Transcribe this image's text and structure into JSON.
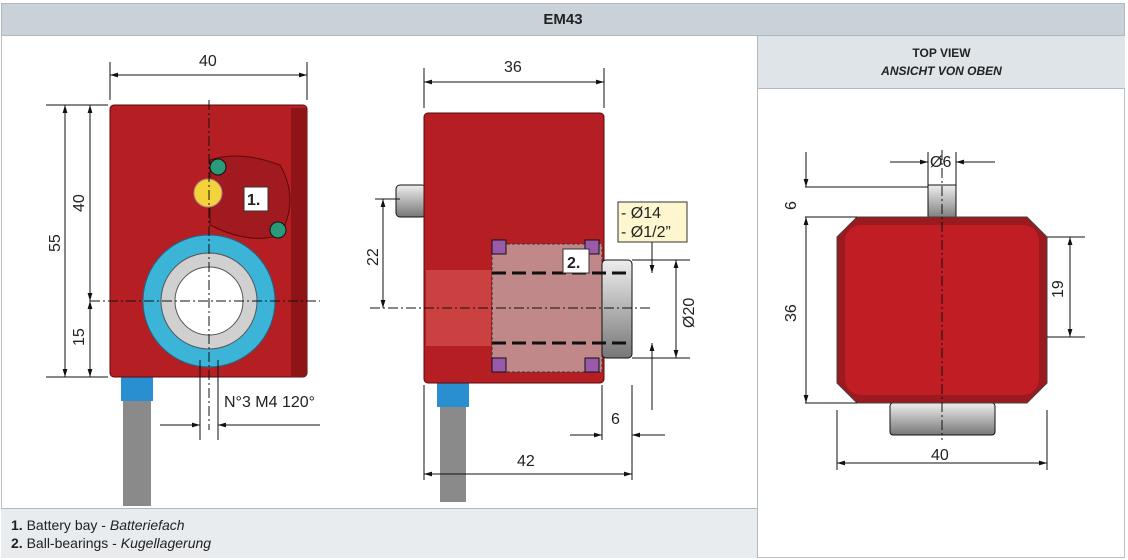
{
  "title": "EM43",
  "top_view": {
    "title": "TOP VIEW",
    "subtitle": "ANSICHT VON OBEN"
  },
  "front_view": {
    "width": "40",
    "height_total": "55",
    "height_upper": "40",
    "height_lower": "15",
    "callout": "1.",
    "screws": "N°3 M4 120°"
  },
  "side_view": {
    "width": "36",
    "offset": "22",
    "callout": "2.",
    "bore_1": "- Ø14",
    "bore_2": "- Ø1/2”",
    "collar_dia": "Ø20",
    "collar_len": "6",
    "total_len": "42"
  },
  "top": {
    "shaft": "Ø6",
    "shaft_len": "6",
    "depth": "36",
    "offset": "19",
    "width": "40"
  },
  "legend": [
    {
      "num": "1.",
      "en": "Battery bay",
      "sep": " - ",
      "de": "Batteriefach"
    },
    {
      "num": "2.",
      "en": "Ball-bearings",
      "sep": " - ",
      "de": "Kugellagerung"
    }
  ],
  "colors": {
    "body": "#b51f24",
    "ring": "#3bb4d8",
    "header": "#c9d1d9"
  }
}
